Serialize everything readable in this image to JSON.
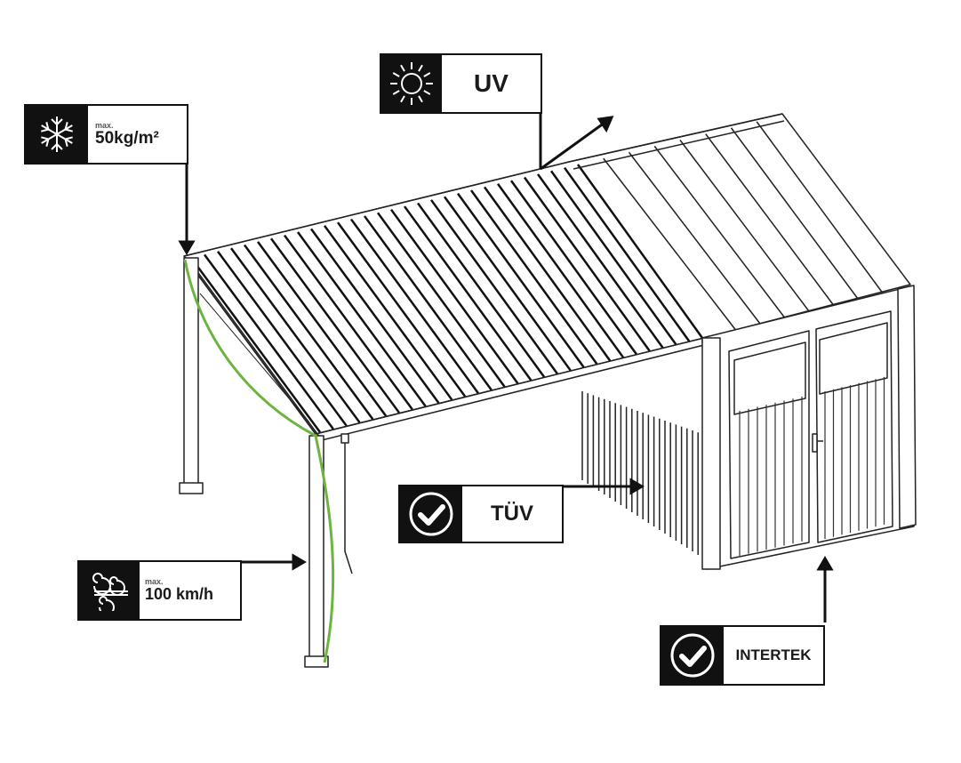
{
  "title": "Pergola with louvered roof and storage room - feature callouts",
  "colors": {
    "callout_dark": "#111111",
    "callout_light": "#ffffff",
    "wind_line": "#6db33f",
    "line": "#222222"
  },
  "callouts": {
    "snow": {
      "icon": "snowflake-icon",
      "prefix": "max.",
      "value": "50kg/m²"
    },
    "uv": {
      "icon": "sun-icon",
      "value": "UV"
    },
    "tuv": {
      "icon": "check-circle-icon",
      "value": "TÜV"
    },
    "wind": {
      "icon": "wind-icon",
      "prefix": "max.",
      "value": "100 km/h"
    },
    "intertek": {
      "icon": "check-circle-icon",
      "value": "INTERTEK"
    }
  }
}
